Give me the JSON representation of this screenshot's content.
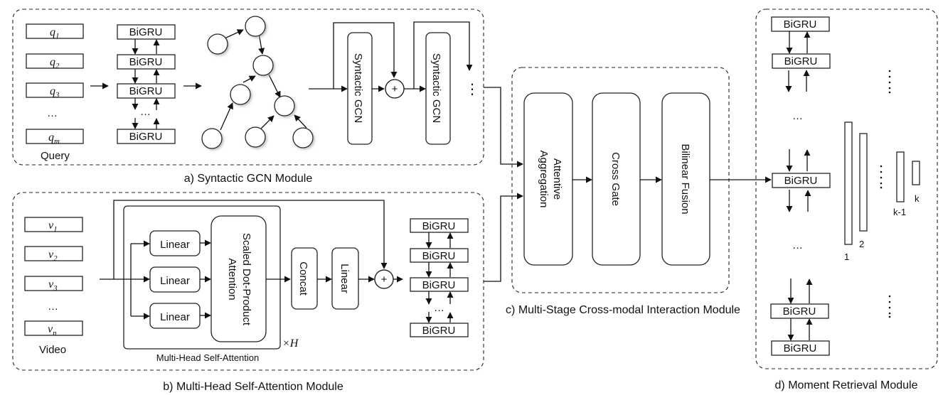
{
  "modules": {
    "a": {
      "caption": "a) Syntactic GCN Module",
      "input_label": "Query",
      "inputs": [
        "q",
        "q",
        "q",
        "…",
        "q"
      ],
      "input_subs": [
        "1",
        "2",
        "3",
        "",
        "m"
      ],
      "bigru": [
        "BiGRU",
        "BiGRU",
        "BiGRU",
        "…",
        "BiGRU"
      ],
      "gcn_layers": [
        "Syntactic GCN",
        "Syntactic GCN"
      ],
      "plus": "+",
      "more": "⋮"
    },
    "b": {
      "caption": "b) Multi-Head Self-Attention Module",
      "input_label": "Video",
      "inputs": [
        "v",
        "v",
        "v",
        "…",
        "v"
      ],
      "input_subs": [
        "1",
        "2",
        "3",
        "",
        "n"
      ],
      "linear": [
        "Linear",
        "Linear",
        "Linear"
      ],
      "attention_line1": "Scaled Dot-Product",
      "attention_line2": "Attention",
      "repeat": "×H",
      "mhsa_label": "Multi-Head Self-Attention",
      "concat": "Concat",
      "linear_out": "Linear",
      "plus": "+",
      "bigru": [
        "BiGRU",
        "BiGRU",
        "BiGRU",
        "…",
        "BiGRU"
      ]
    },
    "c": {
      "caption": "c) Multi-Stage Cross-modal Interaction Module",
      "stage1_line1": "Attentive",
      "stage1_line2": "Aggregation",
      "stage2": "Cross Gate",
      "stage3": "Bilinear Fusion"
    },
    "d": {
      "caption": "d) Moment Retrieval Module",
      "bigru": [
        "BiGRU",
        "BiGRU",
        "BiGRU",
        "BiGRU",
        "BiGRU"
      ],
      "ellipsis": "…",
      "score_labels": [
        "1",
        "2",
        "k-1",
        "k"
      ]
    }
  }
}
